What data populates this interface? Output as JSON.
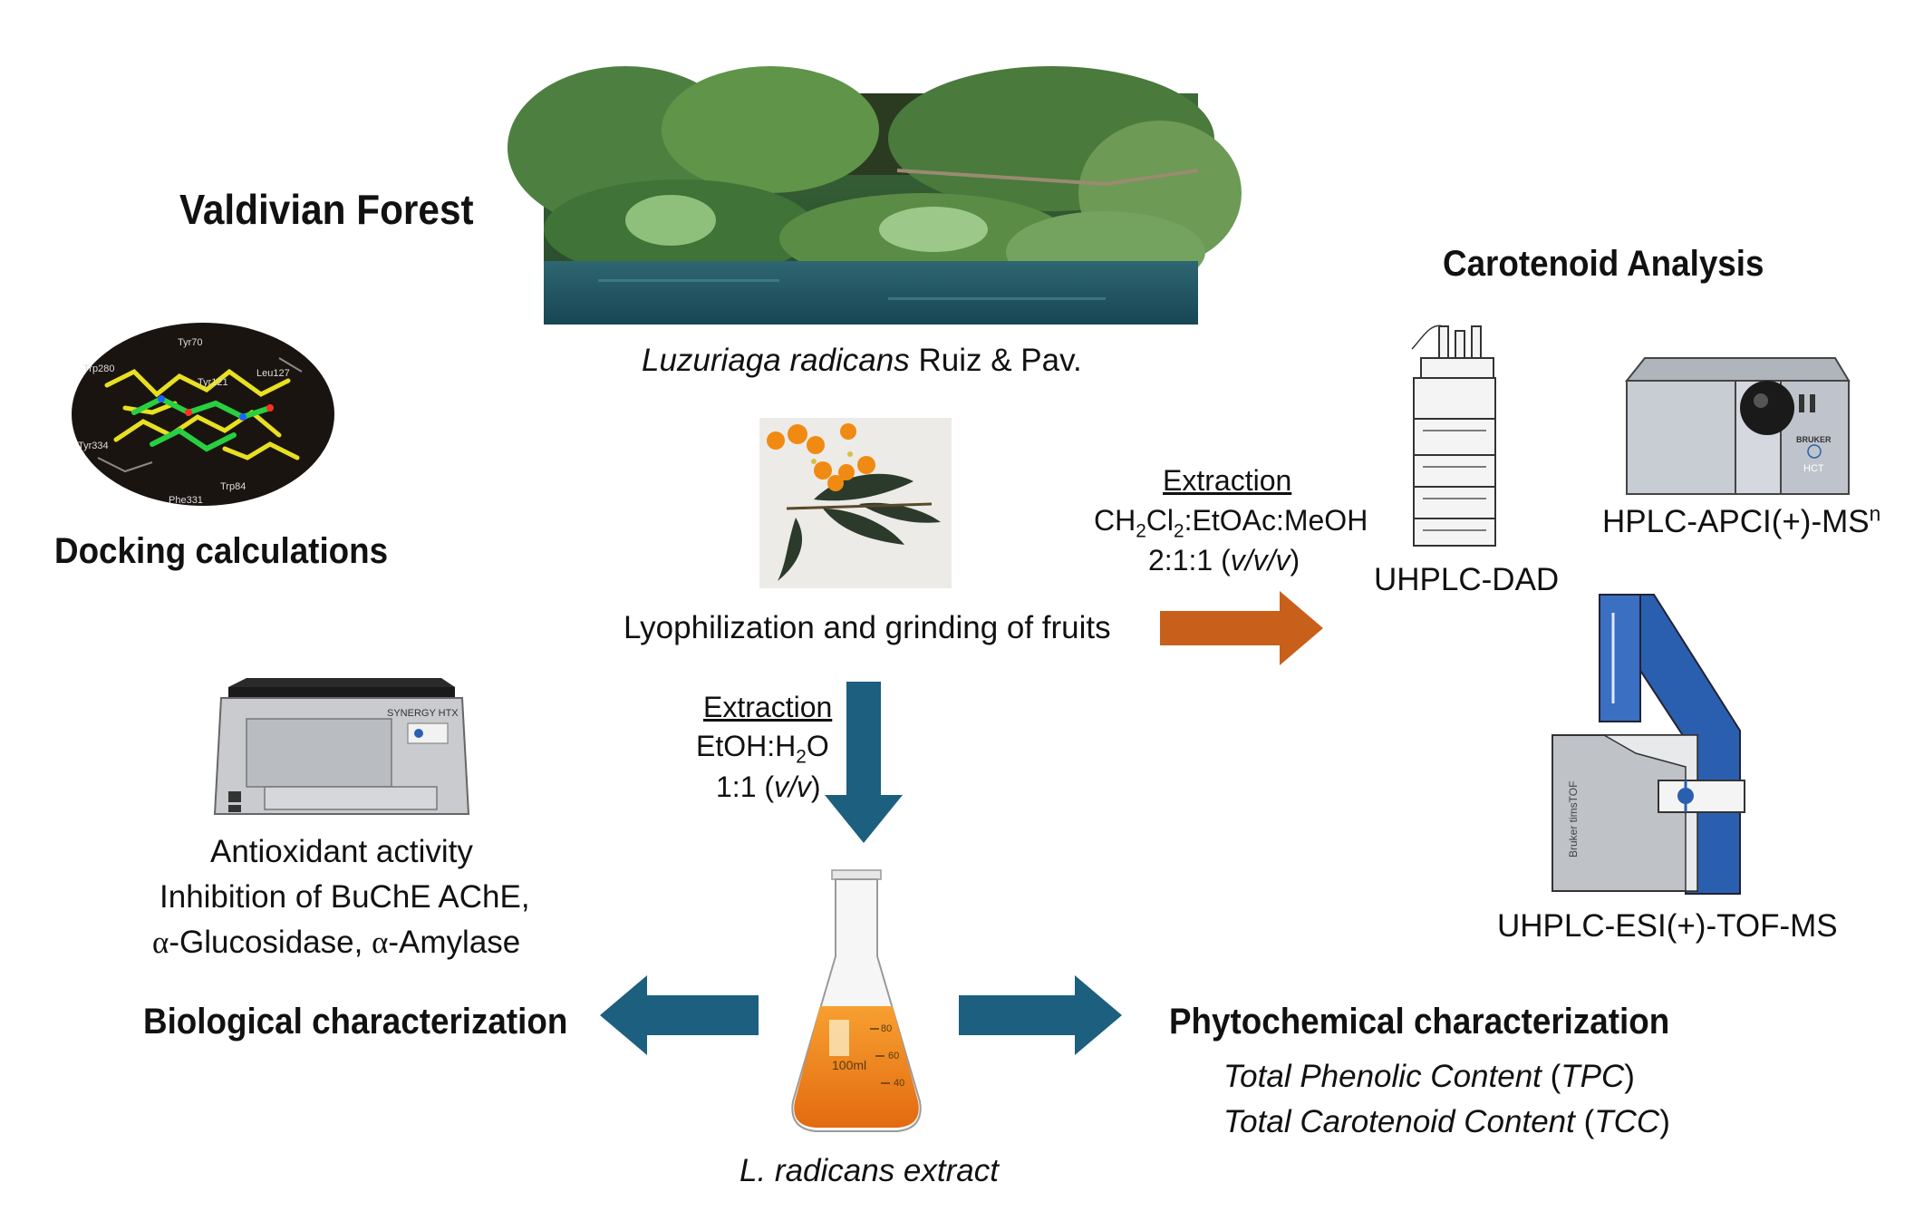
{
  "colors": {
    "arrow_orange": "#c8601c",
    "arrow_blue": "#1c5f7f",
    "text": "#111111"
  },
  "forest": {
    "title": "Valdivian Forest",
    "species_italic": "Luzuriaga radicans",
    "species_author": " Ruiz & Pav."
  },
  "docking": {
    "title": "Docking calculations",
    "residues": [
      "Tyr70",
      "Tyr121",
      "Leu127",
      "Tyr334",
      "Trp84",
      "Phe331",
      "Trp280"
    ]
  },
  "fruits": {
    "label": "Lyophilization and grinding of fruits"
  },
  "extraction_right": {
    "title": "Extraction",
    "solvent_parts": [
      "CH",
      "2",
      "Cl",
      "2",
      ":EtOAc:MeOH"
    ],
    "ratio": "2:1:1 (",
    "ratio_italic": "v/v/v",
    "ratio_end": ")"
  },
  "extraction_down": {
    "title": "Extraction",
    "solvent_parts": [
      "EtOH:H",
      "2",
      "O"
    ],
    "ratio": "1:1 (",
    "ratio_italic": "v/v",
    "ratio_end": ")"
  },
  "carotenoid": {
    "title": "Carotenoid Analysis",
    "uhplc_dad": "UHPLC-DAD",
    "hplc_ms_base": "HPLC-APCI(+)-MS",
    "hplc_ms_sup": "n",
    "uhplc_tof": "UHPLC-ESI(+)-TOF-MS",
    "reader_brand": "BRUKER",
    "hct_label": "HCT",
    "tof_brand": "Bruker timsTOF"
  },
  "biological": {
    "line1": "Antioxidant activity",
    "line2": "Inhibition of BuChE AChE,",
    "line3_alpha1": "α",
    "line3_mid": "-Glucosidase, ",
    "line3_alpha2": "α",
    "line3_end": "-Amylase",
    "title": "Biological characterization",
    "reader_brand": "SYNERGY HTX"
  },
  "extract": {
    "label": "L. radicans extract",
    "flask_volume": "100ml",
    "flask_marks": [
      "80",
      "60",
      "40"
    ]
  },
  "phytochemical": {
    "title": "Phytochemical characterization",
    "tpc_text": "Total Phenolic Content",
    "tpc_abbr": "TPC",
    "tcc_text": "Total Carotenoid Content",
    "tcc_abbr": "TCC"
  }
}
